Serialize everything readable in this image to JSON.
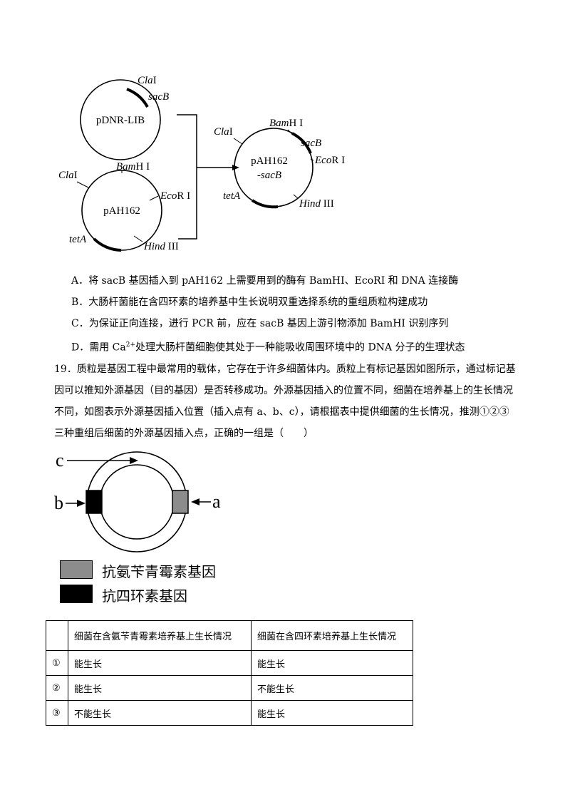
{
  "diagram1": {
    "plasmid1": {
      "name": "pDNR-LIB",
      "site": "Cla",
      "site_suffix": "I",
      "gene": "sacB"
    },
    "plasmid2": {
      "name": "pAH162",
      "cla": "Cla",
      "cla_suffix": "I",
      "bam": "Bam",
      "bam_suffix": "H I",
      "eco": "Eco",
      "eco_suffix": "R I",
      "hind": "Hind",
      "hind_suffix": " III",
      "gene": "tetA"
    },
    "plasmid3": {
      "name_line1": "pAH162",
      "name_line2": "-",
      "name_line2_gene": "sacB",
      "cla": "Cla",
      "cla_suffix": "I",
      "bam": "Bam",
      "bam_suffix": "H I",
      "sac": "sacB",
      "eco": "Eco",
      "eco_suffix": "R I",
      "hind": "Hind",
      "hind_suffix": " III",
      "gene": "tetA"
    }
  },
  "options": {
    "A": "A．将 sacB 基因插入到 pAH162 上需要用到的酶有 BamHI、EcoRI 和 DNA 连接酶",
    "B": "B．大肠杆菌能在含四环素的培养基中生长说明双重选择系统的重组质粒构建成功",
    "C": "C．为保证正向连接，进行 PCR 前，应在 sacB 基因上游引物添加 BamHI 识别序列",
    "D_pre": "D．需用 Ca",
    "D_sup": "2+",
    "D_post": "处理大肠杆菌细胞使其处于一种能吸收周围环境中的 DNA 分子的生理状态"
  },
  "question19": {
    "line1": "19．质粒是基因工程中最常用的载体，它存在于许多细菌体内。质粒上有标记基因如图所示，通过标记基",
    "line2": "因可以推知外源基因（目的基因）是否转移成功。外源基因插入的位置不同，细菌在培养基上的生长情况",
    "line3": "不同，如图表示外源基因插入位置（插入点有 a、b、c），请根据表中提供细菌的生长情况，推测①②③",
    "line4": "三种重组后细菌的外源基因插入点，正确的一组是（　　）"
  },
  "diagram2": {
    "label_a": "a",
    "label_b": "b",
    "label_c": "c",
    "legend": [
      {
        "label": "抗氨苄青霉素基因",
        "color": "#8c8c8c"
      },
      {
        "label": "抗四环素基因",
        "color": "#000000"
      }
    ]
  },
  "table": {
    "headers": [
      "",
      "细菌在含氨苄青霉素培养基上生长情况",
      "细菌在含四环素培养基上生长情况"
    ],
    "rows": [
      [
        "①",
        "能生长",
        "能生长"
      ],
      [
        "②",
        "能生长",
        "不能生长"
      ],
      [
        "③",
        "不能生长",
        "能生长"
      ]
    ]
  }
}
